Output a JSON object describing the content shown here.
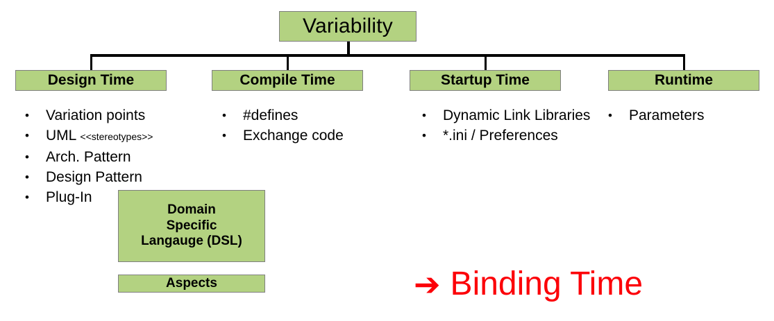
{
  "diagram": {
    "root": {
      "label": "Variability"
    },
    "columns": [
      {
        "header": "Design Time",
        "items": [
          {
            "text": "Variation points"
          },
          {
            "text": "UML ",
            "suffix": "<<stereotypes>>"
          },
          {
            "text": "Arch. Pattern"
          },
          {
            "text": "Design Pattern"
          },
          {
            "text": "Plug-In"
          }
        ]
      },
      {
        "header": "Compile Time",
        "items": [
          {
            "text": "#defines"
          },
          {
            "text": "Exchange code"
          }
        ]
      },
      {
        "header": "Startup Time",
        "items": [
          {
            "text": "Dynamic Link Libraries"
          },
          {
            "text": "*.ini / Preferences"
          }
        ]
      },
      {
        "header": "Runtime",
        "items": [
          {
            "text": "Parameters"
          }
        ]
      }
    ],
    "extra_boxes": [
      {
        "name": "domain-specific-language",
        "line1": "Domain",
        "line2": "Specific",
        "line3": "Langauge (DSL)"
      },
      {
        "name": "aspects",
        "label": "Aspects"
      }
    ],
    "callout": {
      "arrow": "➔",
      "label": "Binding Time"
    },
    "colors": {
      "box_fill": "#b3d281",
      "box_border": "#7f7f7f",
      "connector": "#000000",
      "callout_red": "#fc0008",
      "text": "#000000"
    }
  }
}
